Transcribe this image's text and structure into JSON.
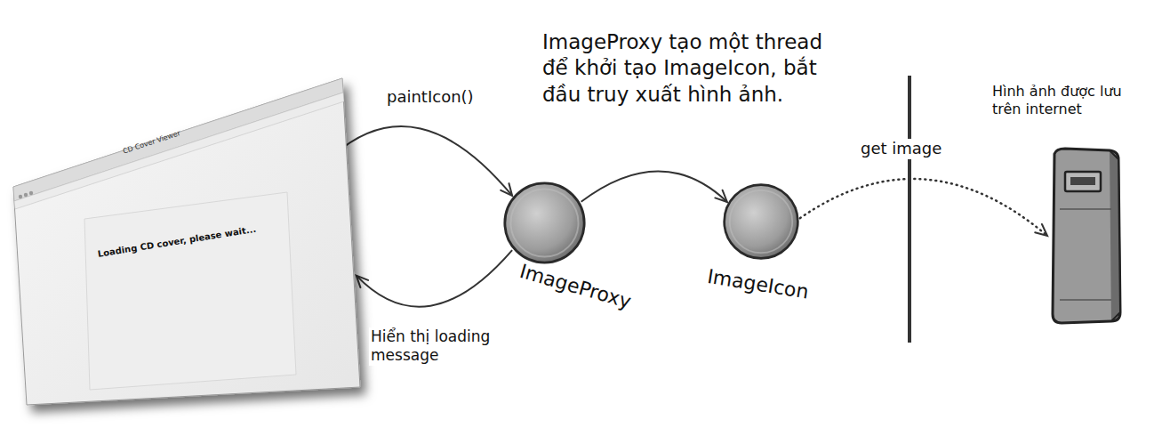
{
  "diagram": {
    "nodes": [
      {
        "text": [
          "CD Cover Viewer",
          "Loading CD cover, please wait..."
        ]
      },
      {
        "text": [
          "ImageProxy"
        ]
      },
      {
        "text": [
          "ImageIcon"
        ]
      },
      {
        "text": [
          "Hình ảnh được lưu trên internet"
        ]
      }
    ],
    "edges": [
      {
        "from": 0,
        "to": 1,
        "label": "paintIcon()",
        "arrow": "to"
      },
      {
        "from": 1,
        "to": 0,
        "label": "Hiển thị loading message",
        "arrow": "to"
      },
      {
        "from": 1,
        "to": 2,
        "arrow": "to"
      },
      {
        "from": 2,
        "to": 3,
        "label": "get image",
        "arrow": "to"
      }
    ],
    "labels": [
      "ImageProxy tạo một thread để khởi tạo ImageIcon, bắt đầu truy xuất hình ảnh."
    ]
  }
}
